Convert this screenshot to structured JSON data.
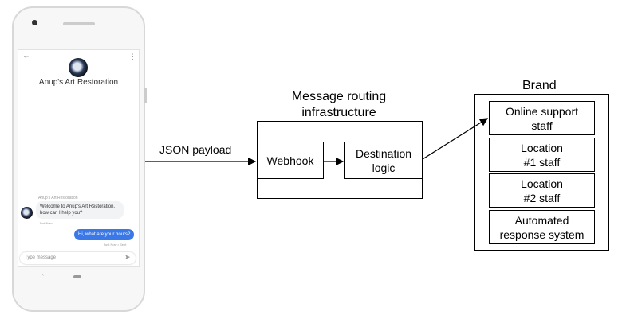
{
  "phone": {
    "business_name": "Anup's Art Restoration",
    "sender_label": "Anup's Art Restoration",
    "incoming_message": "Welcome to Anup's Art Restoration, how can I help you?",
    "incoming_time": "Just Now",
    "outgoing_message": "Hi, what are your hours?",
    "outgoing_status": "Just Now • Sent",
    "input_placeholder": "Type message",
    "accent_color": "#3b78e7"
  },
  "arrow_label": "JSON payload",
  "infrastructure": {
    "title": "Message routing infrastructure",
    "webhook": "Webhook",
    "destination": "Destination logic"
  },
  "brand": {
    "title": "Brand",
    "items": [
      "Online support staff",
      "Location #1 staff",
      "Location #2 staff",
      "Automated response system"
    ]
  }
}
